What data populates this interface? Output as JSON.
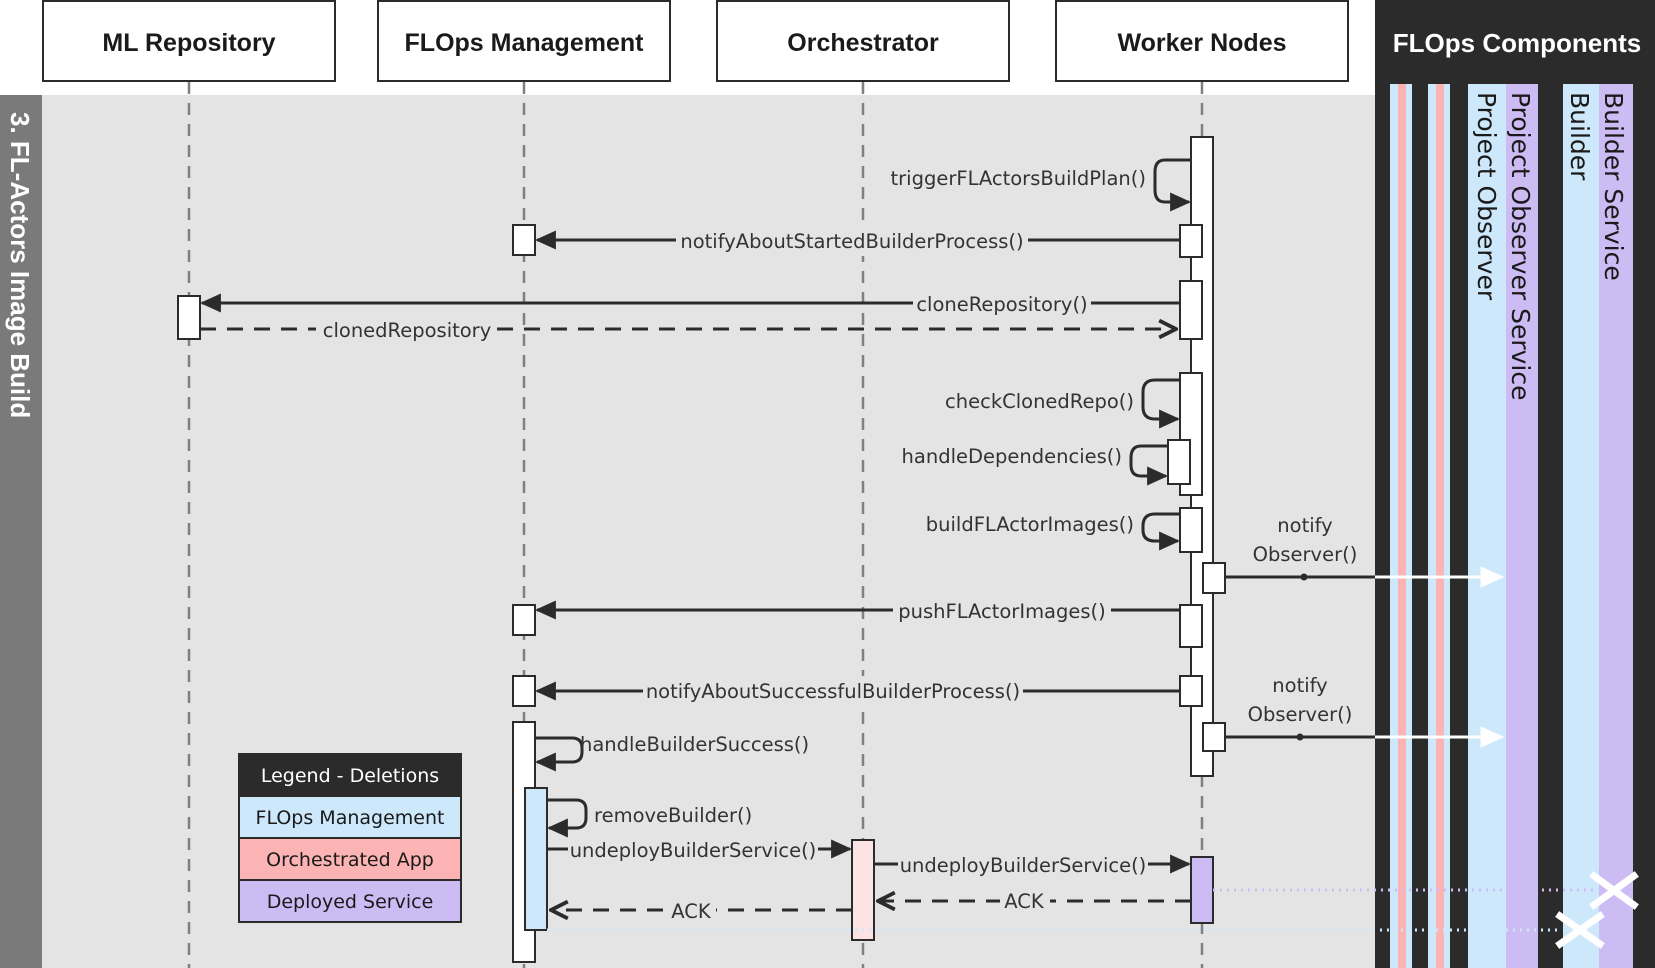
{
  "participants": [
    {
      "id": "ml_repo",
      "label": "ML Repository"
    },
    {
      "id": "flops_mgmt",
      "label": "FLOps Management"
    },
    {
      "id": "orchestrator",
      "label": "Orchestrator"
    },
    {
      "id": "worker_nodes",
      "label": "Worker Nodes"
    }
  ],
  "phase_label": "3. FL-Actors Image Build",
  "components_panel": {
    "title": "FLOps Components",
    "lanes": [
      "Project Observer",
      "Project Observer Service",
      "Builder",
      "Builder Service"
    ]
  },
  "messages": [
    {
      "label": "triggerFLActorsBuildPlan()",
      "from": "worker_nodes",
      "to": "worker_nodes",
      "style": "self"
    },
    {
      "label": "notifyAboutStartedBuilderProcess()",
      "from": "worker_nodes",
      "to": "flops_mgmt",
      "style": "solid"
    },
    {
      "label": "cloneRepository()",
      "from": "worker_nodes",
      "to": "ml_repo",
      "style": "solid"
    },
    {
      "label": "clonedRepository",
      "from": "ml_repo",
      "to": "worker_nodes",
      "style": "dashed"
    },
    {
      "label": "checkClonedRepo()",
      "from": "worker_nodes",
      "to": "worker_nodes",
      "style": "self"
    },
    {
      "label": "handleDependencies()",
      "from": "worker_nodes",
      "to": "worker_nodes",
      "style": "self"
    },
    {
      "label": "buildFLActorImages()",
      "from": "worker_nodes",
      "to": "worker_nodes",
      "style": "self"
    },
    {
      "label": "notify Observer()",
      "label_lines": [
        "notify",
        "Observer()"
      ],
      "from": "worker_nodes",
      "to": "Project Observer Service",
      "style": "solid"
    },
    {
      "label": "pushFLActorImages()",
      "from": "worker_nodes",
      "to": "flops_mgmt",
      "style": "solid"
    },
    {
      "label": "notifyAboutSuccessfulBuilderProcess()",
      "from": "worker_nodes",
      "to": "flops_mgmt",
      "style": "solid"
    },
    {
      "label": "notify Observer()",
      "label_lines": [
        "notify",
        "Observer()"
      ],
      "from": "worker_nodes",
      "to": "Project Observer Service",
      "style": "solid"
    },
    {
      "label": "handleBuilderSuccess()",
      "from": "flops_mgmt",
      "to": "flops_mgmt",
      "style": "self"
    },
    {
      "label": "removeBuilder()",
      "from": "flops_mgmt",
      "to": "flops_mgmt",
      "style": "self"
    },
    {
      "label": "undeployBuilderService()",
      "from": "flops_mgmt",
      "to": "orchestrator",
      "style": "solid"
    },
    {
      "label": "undeployBuilderService()",
      "from": "orchestrator",
      "to": "worker_nodes",
      "style": "solid"
    },
    {
      "label": "ACK",
      "from": "worker_nodes",
      "to": "orchestrator",
      "style": "dashed"
    },
    {
      "label": "ACK",
      "from": "orchestrator",
      "to": "flops_mgmt",
      "style": "dashed"
    }
  ],
  "legend": {
    "title": "Legend - Deletions",
    "items": [
      {
        "label": "FLOps Management",
        "color": "#cde8fb"
      },
      {
        "label": "Orchestrated App",
        "color": "#fbb3b3"
      },
      {
        "label": "Deployed Service",
        "color": "#cdbcf4"
      }
    ]
  },
  "colors": {
    "background_phase": "#e4e4e4",
    "phase_bar": "#7a7a7a",
    "components_panel": "#2b2b2b",
    "flops_management": "#cde8fb",
    "orchestrated_app": "#fbb3b3",
    "deployed_service": "#cdbcf4",
    "deletion_mark": "#ffffff"
  }
}
